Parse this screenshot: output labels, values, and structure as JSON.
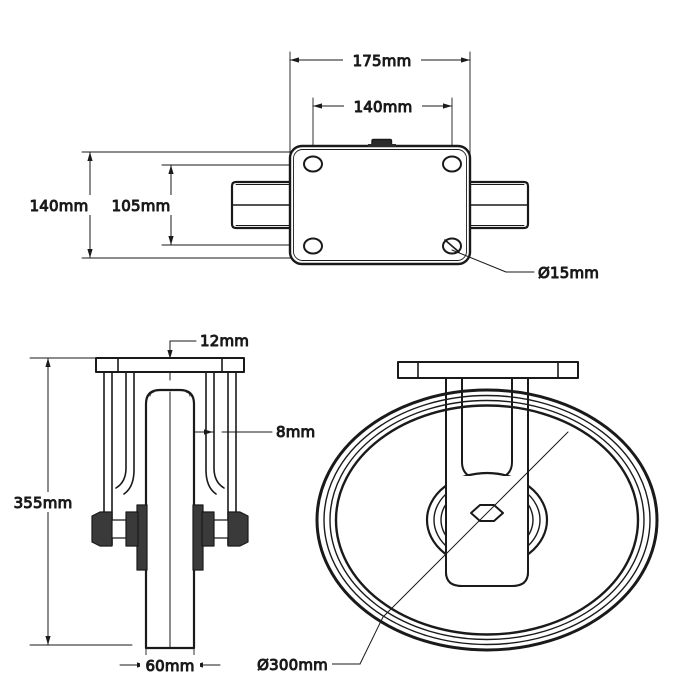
{
  "drawing": {
    "title": "Fixed caster wheel technical drawing",
    "units": "mm",
    "line_color": "#1a1a1a",
    "fill_color": "#ffffff",
    "views": [
      {
        "name": "top-view",
        "label": ""
      },
      {
        "name": "side-view",
        "label": ""
      },
      {
        "name": "front-view",
        "label": ""
      }
    ]
  },
  "dimensions": {
    "plate_length": "175mm",
    "bolt_hole_spacing_length": "140mm",
    "plate_width": "140mm",
    "bolt_hole_spacing_width": "105mm",
    "bolt_hole_diameter": "Ø15mm",
    "plate_thickness": "12mm",
    "fork_thickness": "8mm",
    "overall_height": "355mm",
    "wheel_width": "60mm",
    "wheel_diameter": "Ø300mm"
  },
  "labels": {
    "d175": "175mm",
    "d140_len": "140mm",
    "d140_wid": "140mm",
    "d105": "105mm",
    "d15": "Ø15mm",
    "d12": "12mm",
    "d8": "8mm",
    "d355": "355mm",
    "d60": "60mm",
    "d300": "Ø300mm"
  }
}
